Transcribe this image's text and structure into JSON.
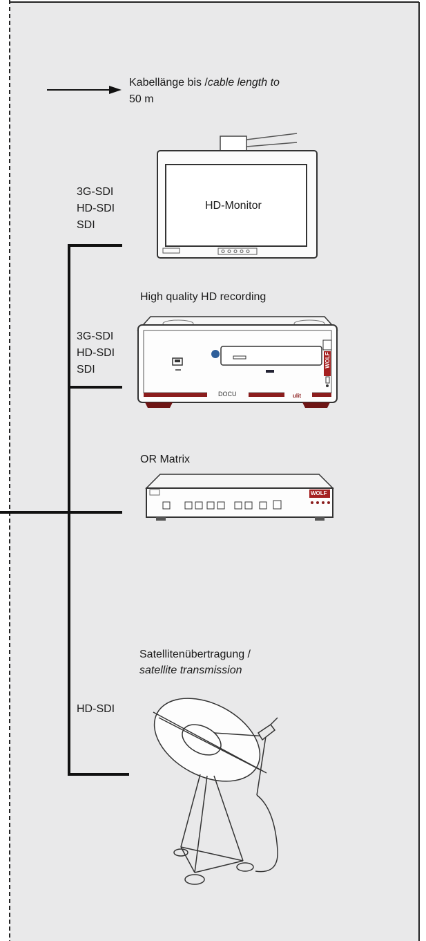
{
  "cable_note": {
    "prefix": "Kabellänge bis /",
    "italic": "cable length to",
    "value": "50 m"
  },
  "signal_labels": {
    "monitor": [
      "3G-SDI",
      "HD-SDI",
      "SDI"
    ],
    "recorder": [
      "3G-SDI",
      "HD-SDI",
      "SDI"
    ],
    "satellite": [
      "HD-SDI"
    ]
  },
  "devices": {
    "monitor": {
      "screen_text": "HD-Monitor"
    },
    "recorder": {
      "caption": "High quality HD recording",
      "front_text": "DOCU",
      "brand_text": "WOLF"
    },
    "matrix": {
      "caption": "OR Matrix",
      "brand_text": "WOLF"
    },
    "satellite": {
      "caption_line1": "Satellitenübertragung /",
      "caption_line2": "satellite transmission"
    }
  },
  "colors": {
    "panel": "#e9e9ea",
    "line": "#1a1a1a",
    "accent_red": "#8b1d1d"
  }
}
